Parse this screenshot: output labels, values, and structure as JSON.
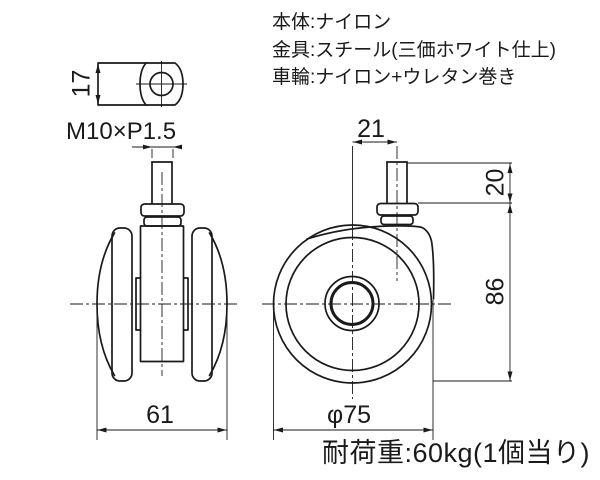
{
  "specs": {
    "body": "本体:ナイロン",
    "fitting": "金具:スチール(三価ホワイト仕上)",
    "wheel": "車輪:ナイロン+ウレタン巻き"
  },
  "labels": {
    "thread": "M10×P1.5",
    "load_rating": "耐荷重:60kg(1個当り)"
  },
  "dimensions": {
    "nut_across_flats": "17",
    "stem_offset": "21",
    "stem_length": "20",
    "mount_height": "86",
    "wheel_overall_width": "61",
    "wheel_diameter": "φ75"
  },
  "colors": {
    "line": "#1a1a1a",
    "background": "#ffffff"
  }
}
